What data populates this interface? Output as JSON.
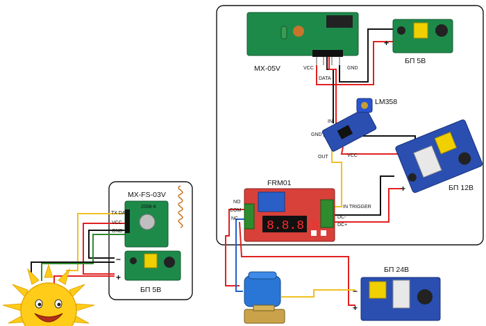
{
  "modules": {
    "receiver": {
      "title": "MX-05V",
      "pins": {
        "vcc": "VCC",
        "data": "DATA",
        "gnd": "GND"
      }
    },
    "psu_5v_top": {
      "title": "БП 5В",
      "minus": "−",
      "plus": "+"
    },
    "lm358": {
      "title": "LM358",
      "pins": {
        "in": "IN",
        "gnd": "GND",
        "out": "OUT",
        "vcc": "VCC"
      }
    },
    "psu_12v": {
      "title": "БП 12В",
      "minus": "−",
      "plus": "+"
    },
    "relay": {
      "title": "FRM01",
      "terminals": {
        "no": "NO",
        "com": "COM",
        "nc": "NC"
      },
      "inputs": {
        "trigger": "IN TRIGGER",
        "dc_minus": "DC-",
        "dc_plus": "DC+"
      }
    },
    "transmitter": {
      "title": "MX-FS-03V",
      "pins": {
        "tx": "TX DAT",
        "vcc": "VCC",
        "gnd": "GND"
      },
      "board_print": "2008-8"
    },
    "psu_5v_bottom": {
      "title": "БП 5В",
      "minus": "−",
      "plus": "+"
    },
    "psu_24v": {
      "title": "БП 24В",
      "minus": "−",
      "plus": "+"
    }
  },
  "colors": {
    "red_wire": "#e02020",
    "black_wire": "#111111",
    "yellow_wire": "#f0c020",
    "green_wire": "#2e8b2e",
    "blue_wire": "#1f5fd0",
    "pcb_green": "#1e8a4a",
    "pcb_blue": "#2a4fb0",
    "relay_red": "#d8403a",
    "valve_blue": "#2a76d6",
    "sun": "#ffcc1a"
  }
}
